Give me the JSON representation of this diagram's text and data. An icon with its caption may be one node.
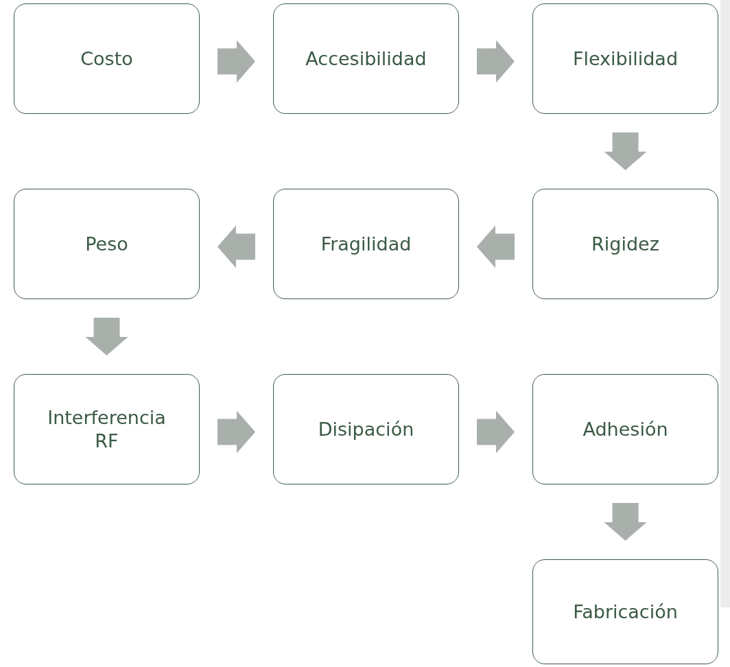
{
  "diagram": {
    "nodes": [
      {
        "text": [
          "Costo"
        ]
      },
      {
        "text": [
          "Accesibilidad"
        ]
      },
      {
        "text": [
          "Flexibilidad"
        ]
      },
      {
        "text": [
          "Rigidez"
        ]
      },
      {
        "text": [
          "Fragilidad"
        ]
      },
      {
        "text": [
          "Peso"
        ]
      },
      {
        "text": [
          "Interferencia RF"
        ]
      },
      {
        "text": [
          "Disipación"
        ]
      },
      {
        "text": [
          "Adhesión"
        ]
      },
      {
        "text": [
          "Fabricación"
        ]
      }
    ],
    "edges": [
      {
        "from": 0,
        "to": 1,
        "arrow": "to"
      },
      {
        "from": 1,
        "to": 2,
        "arrow": "to"
      },
      {
        "from": 2,
        "to": 3,
        "arrow": "to"
      },
      {
        "from": 3,
        "to": 4,
        "arrow": "to"
      },
      {
        "from": 4,
        "to": 5,
        "arrow": "to"
      },
      {
        "from": 5,
        "to": 6,
        "arrow": "to"
      },
      {
        "from": 6,
        "to": 7,
        "arrow": "to"
      },
      {
        "from": 7,
        "to": 8,
        "arrow": "to"
      },
      {
        "from": 8,
        "to": 9,
        "arrow": "to"
      }
    ]
  }
}
